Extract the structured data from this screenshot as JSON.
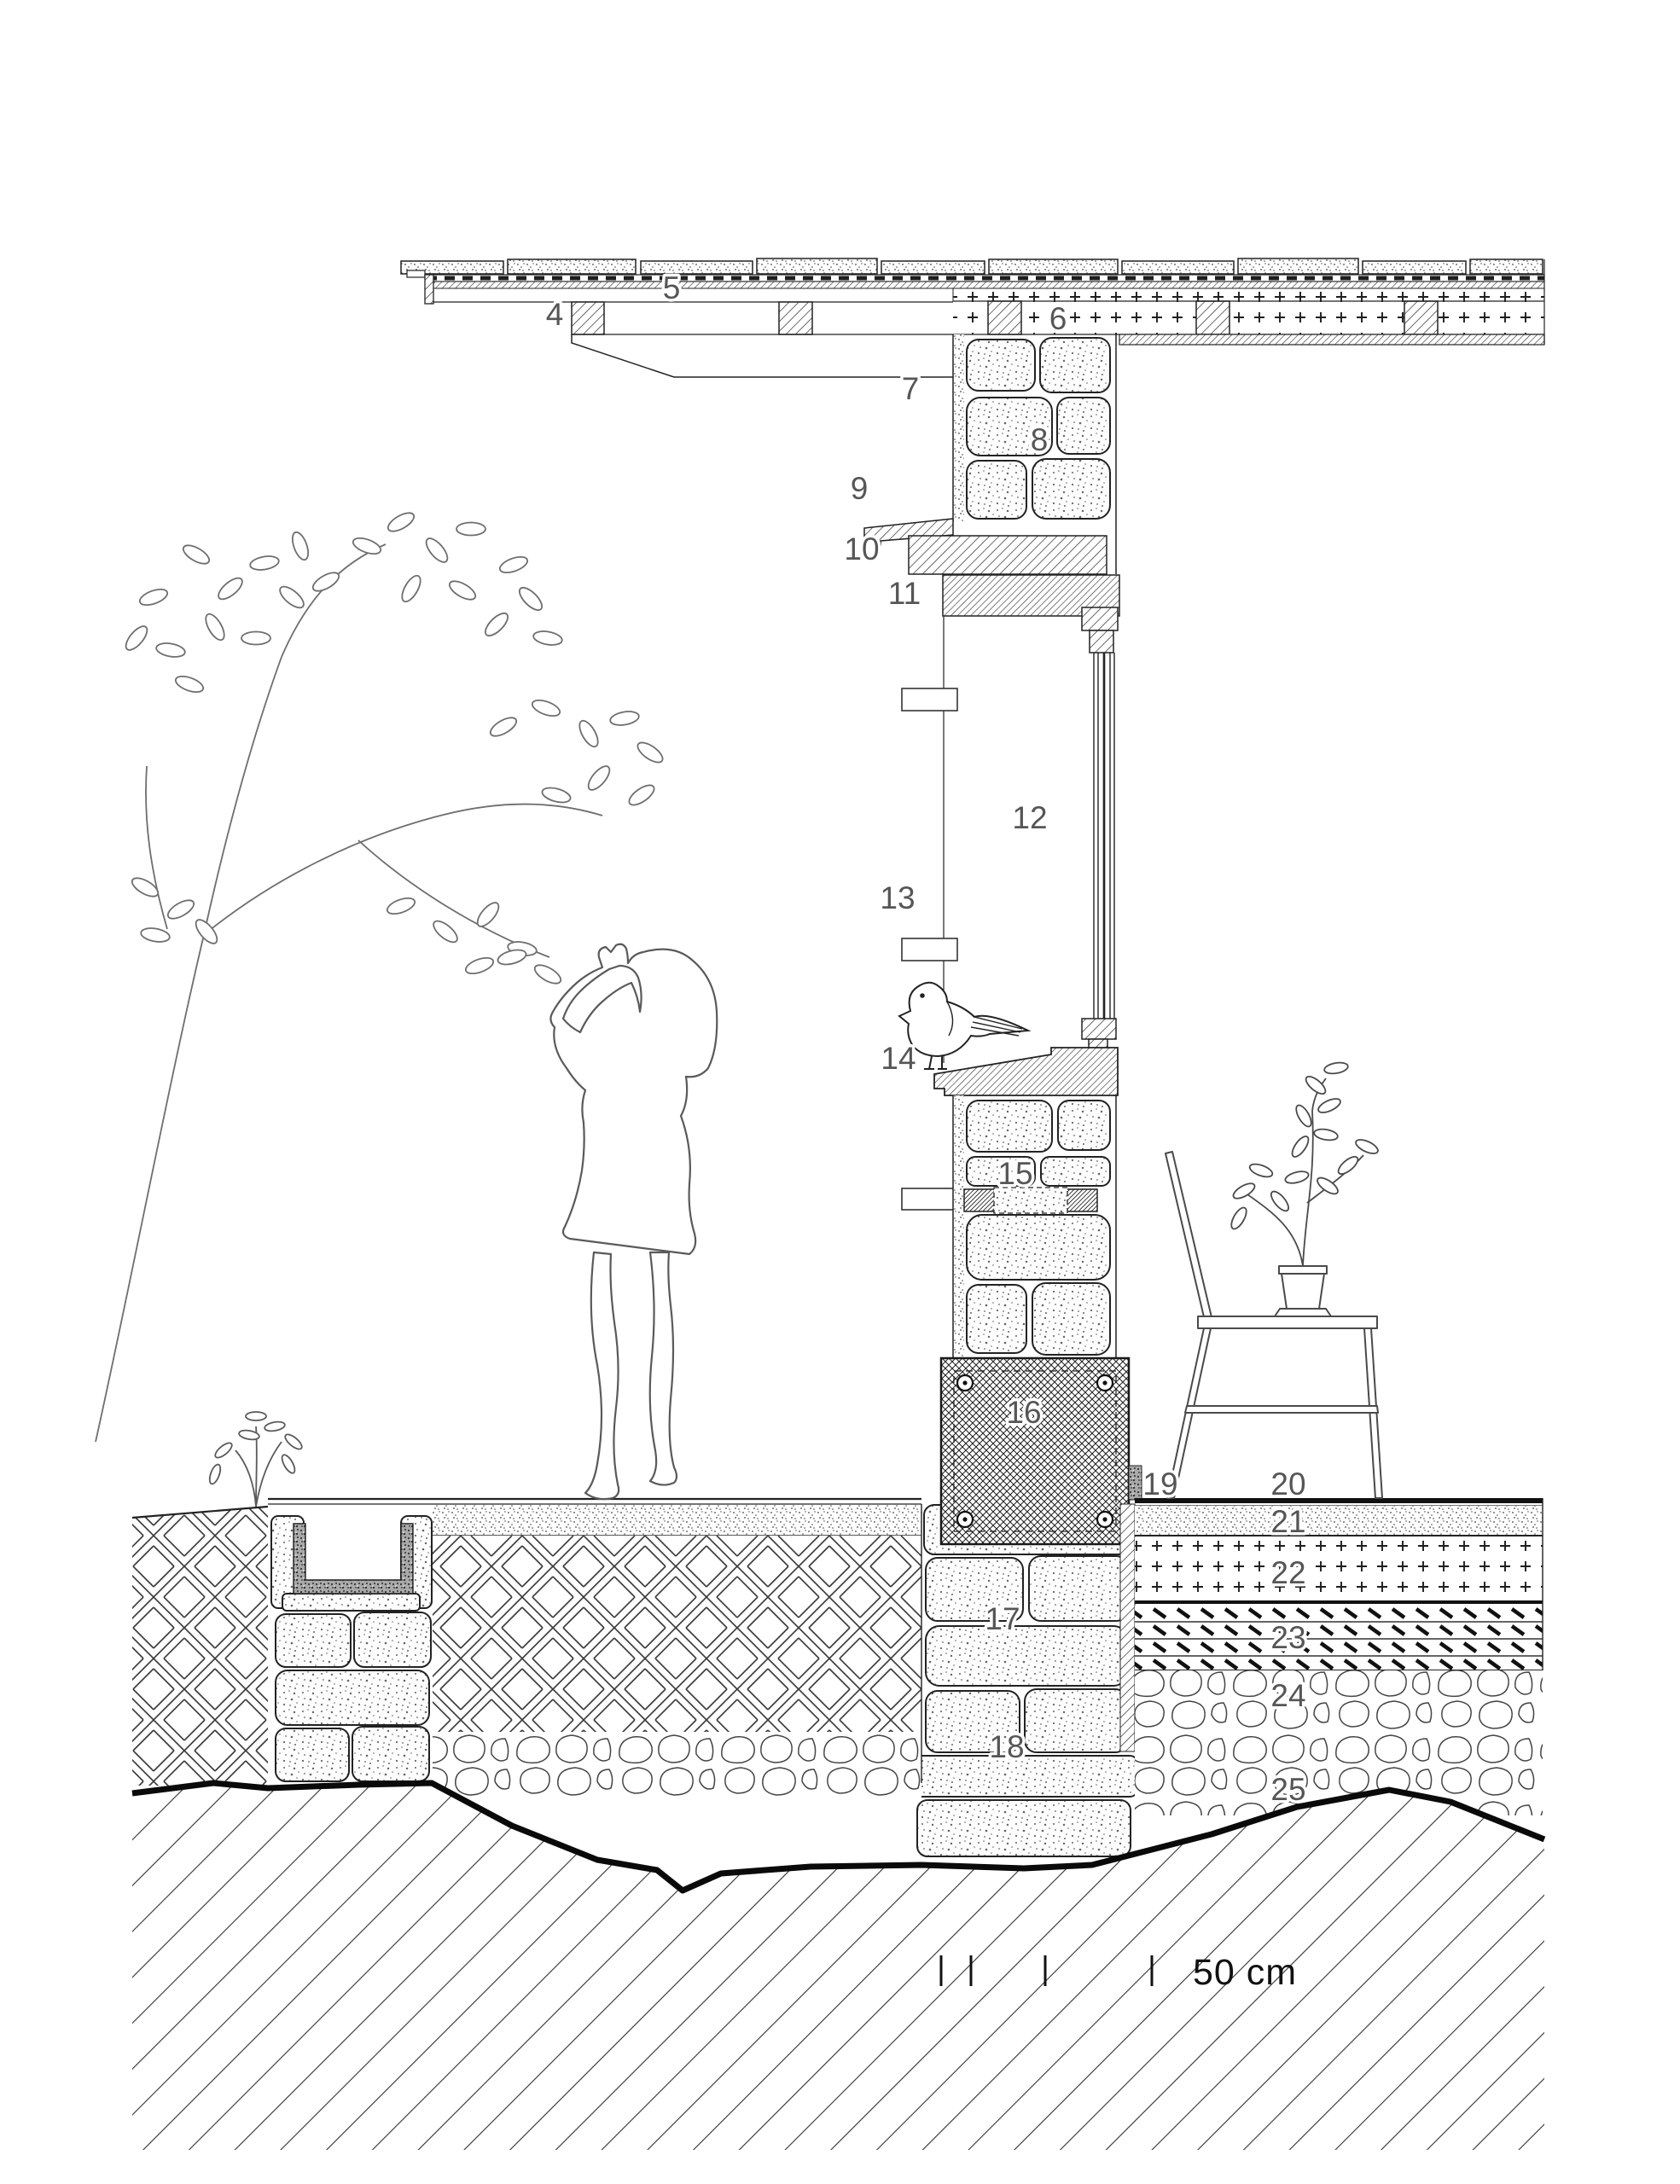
{
  "callouts": {
    "c4": "4",
    "c5": "5",
    "c6": "6",
    "c7": "7",
    "c8": "8",
    "c9": "9",
    "c10": "10",
    "c11": "11",
    "c12": "12",
    "c13": "13",
    "c14": "14",
    "c15": "15",
    "c16": "16",
    "c17": "17",
    "c18": "18",
    "c19": "19",
    "c20": "20",
    "c21": "21",
    "c22": "22",
    "c23": "23",
    "c24": "24",
    "c25": "25"
  },
  "scale_bar": {
    "label": "50 cm"
  },
  "colors": {
    "line": "#222222",
    "label": "#565656",
    "background": "#ffffff"
  }
}
